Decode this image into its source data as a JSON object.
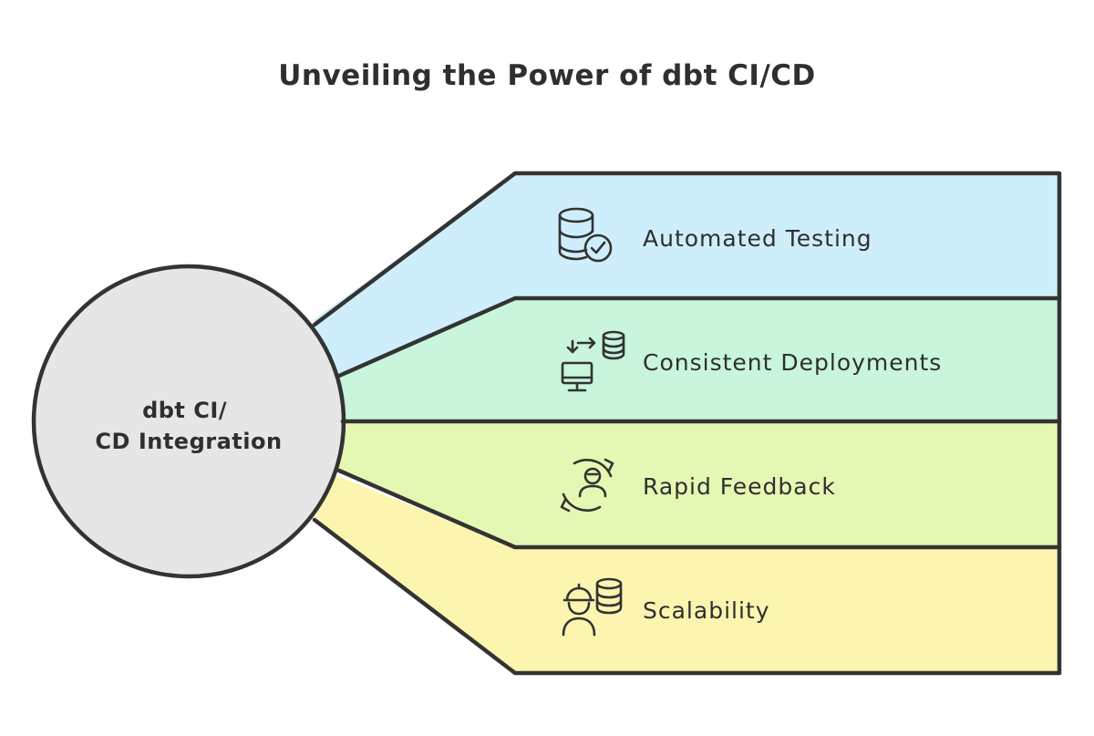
{
  "title": "Unveiling the Power of dbt CI/CD",
  "hub": {
    "label_line1": "dbt CI/",
    "label_line2": "CD Integration",
    "fill_color": "#e6e6e6"
  },
  "branches": [
    {
      "label": "Automated Testing",
      "icon": "database-check-icon",
      "color": "#cfeefb"
    },
    {
      "label": "Consistent Deployments",
      "icon": "monitor-database-sync-icon",
      "color": "#c8f5dc"
    },
    {
      "label": "Rapid Feedback",
      "icon": "user-refresh-icon",
      "color": "#e4f8b4"
    },
    {
      "label": "Scalability",
      "icon": "worker-database-icon",
      "color": "#fbf5b0"
    }
  ],
  "stroke_color": "#333333"
}
